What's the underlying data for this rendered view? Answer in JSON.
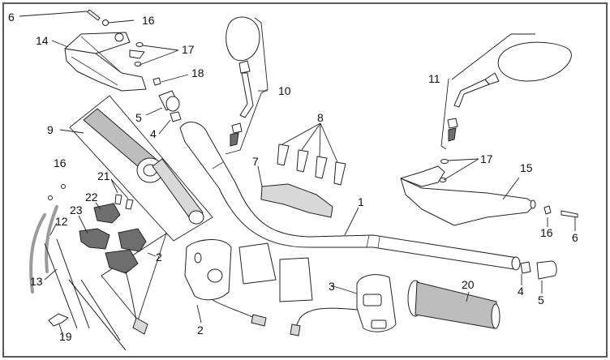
{
  "diagram": {
    "title": "Handlebar and controls exploded parts diagram",
    "callouts": [
      {
        "id": "c6a",
        "label": "6",
        "part": "screw"
      },
      {
        "id": "c16a",
        "label": "16",
        "part": "nut"
      },
      {
        "id": "c14",
        "label": "14",
        "part": "left-handguard"
      },
      {
        "id": "c17a",
        "label": "17",
        "part": "washers"
      },
      {
        "id": "c18",
        "label": "18",
        "part": "screw"
      },
      {
        "id": "c5a",
        "label": "5",
        "part": "bar-end-weight"
      },
      {
        "id": "c4a",
        "label": "4",
        "part": "bar-end-insert"
      },
      {
        "id": "c9",
        "label": "9",
        "part": "throttle-grip-assembly"
      },
      {
        "id": "c16b",
        "label": "16",
        "part": "nut"
      },
      {
        "id": "c21",
        "label": "21",
        "part": "screws"
      },
      {
        "id": "c22",
        "label": "22",
        "part": "throttle-housing-cover"
      },
      {
        "id": "c23",
        "label": "23",
        "part": "throttle-housing"
      },
      {
        "id": "c12",
        "label": "12",
        "part": "throttle-cable-open"
      },
      {
        "id": "c13",
        "label": "13",
        "part": "throttle-cable-close"
      },
      {
        "id": "c2a",
        "label": "2",
        "part": "right-switch-group"
      },
      {
        "id": "c2b",
        "label": "2",
        "part": "right-switch"
      },
      {
        "id": "c19",
        "label": "19",
        "part": "cable-clip"
      },
      {
        "id": "c10",
        "label": "10",
        "part": "left-mirror"
      },
      {
        "id": "c8",
        "label": "8",
        "part": "clamp-screws"
      },
      {
        "id": "c7",
        "label": "7",
        "part": "handlebar-clamp"
      },
      {
        "id": "c1",
        "label": "1",
        "part": "handlebar"
      },
      {
        "id": "c11",
        "label": "11",
        "part": "right-mirror"
      },
      {
        "id": "c17b",
        "label": "17",
        "part": "washers"
      },
      {
        "id": "c15",
        "label": "15",
        "part": "right-handguard"
      },
      {
        "id": "c16c",
        "label": "16",
        "part": "nut"
      },
      {
        "id": "c6b",
        "label": "6",
        "part": "screw"
      },
      {
        "id": "c3",
        "label": "3",
        "part": "left-switch"
      },
      {
        "id": "c20",
        "label": "20",
        "part": "left-grip"
      },
      {
        "id": "c4b",
        "label": "4",
        "part": "bar-end-insert"
      },
      {
        "id": "c5b",
        "label": "5",
        "part": "bar-end-weight"
      }
    ]
  }
}
